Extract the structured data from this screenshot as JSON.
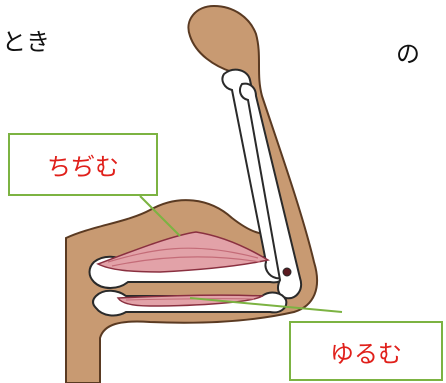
{
  "text": {
    "top_left": "とき",
    "top_right": "の"
  },
  "labels": {
    "contract": "ちぢむ",
    "relax": "ゆるむ"
  },
  "colors": {
    "skin": "#c89a72",
    "skin_outline": "#5a3a22",
    "bone": "#ffffff",
    "muscle": "#e2a2a8",
    "muscle_stripe": "#c46c78",
    "leader_line": "#7cb342",
    "label_text": "#e0201b",
    "label_border": "#7cb342"
  }
}
